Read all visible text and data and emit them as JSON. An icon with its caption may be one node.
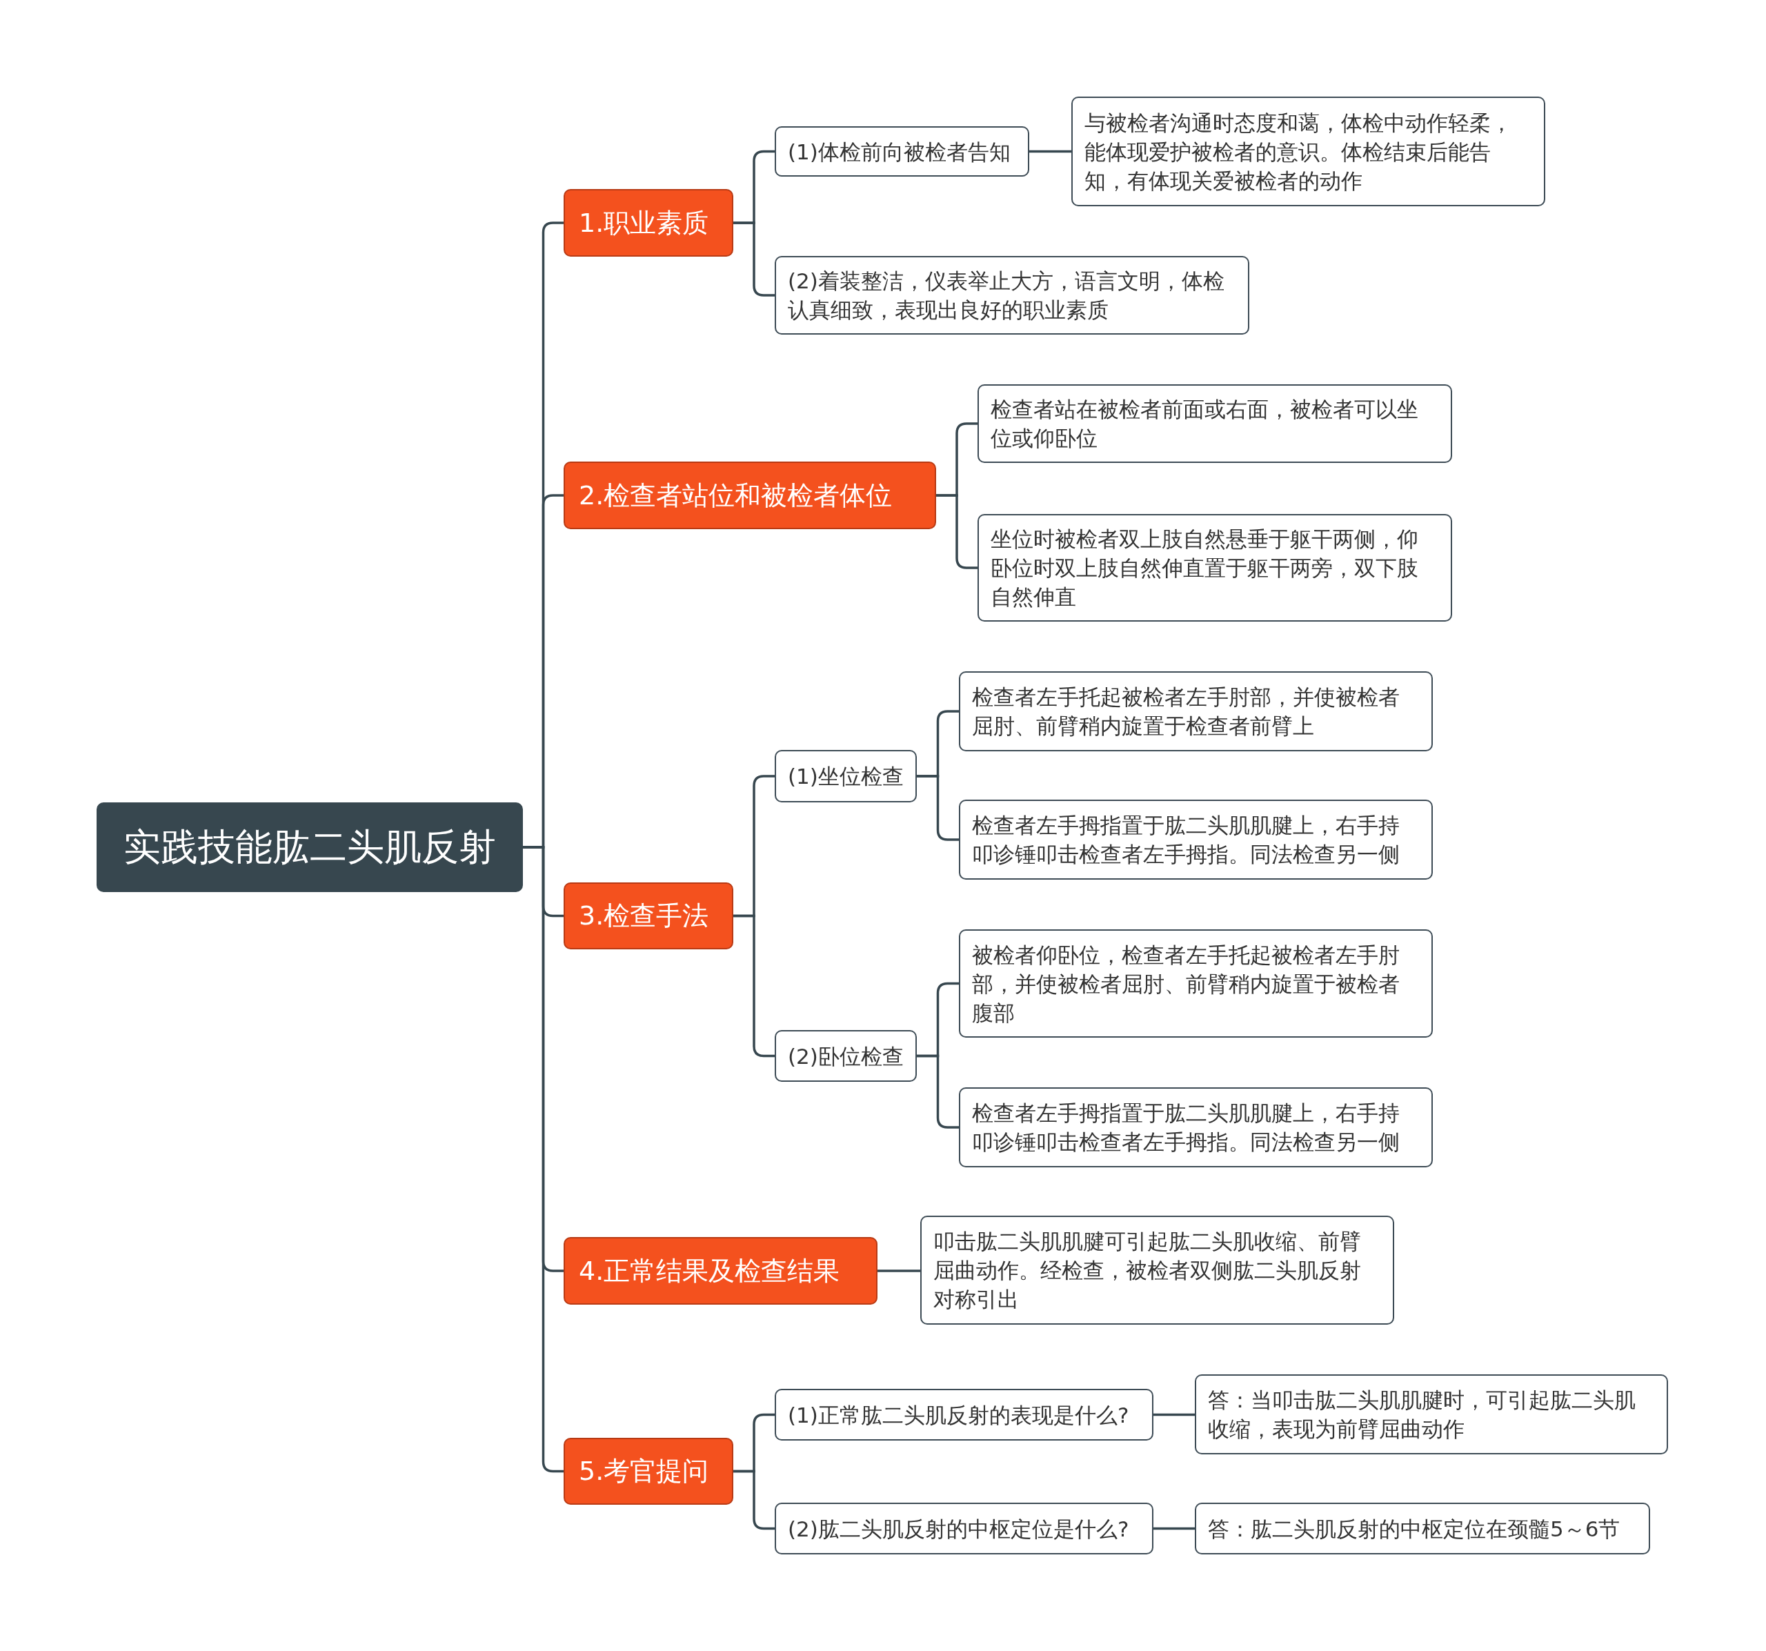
{
  "diagram": {
    "nodes": [
      {
        "text": [
          "实践技能肱二头肌反射"
        ]
      },
      {
        "text": [
          "1.职业素质"
        ]
      },
      {
        "text": [
          "(1)体检前向被检者告知"
        ]
      },
      {
        "text": [
          "与被检者沟通时态度和蔼，体检中动作轻柔，能体现爱护被检者的意识。体检结束后能告知，有体现关爱被检者的动作"
        ]
      },
      {
        "text": [
          "(2)着装整洁，仪表举止大方，语言文明，体检认真细致，表现出良好的职业素质"
        ]
      },
      {
        "text": [
          "2.检查者站位和被检者体位"
        ]
      },
      {
        "text": [
          "检查者站在被检者前面或右面，被检者可以坐位或仰卧位"
        ]
      },
      {
        "text": [
          "坐位时被检者双上肢自然悬垂于躯干两侧，仰卧位时双上肢自然伸直置于躯干两旁，双下肢自然伸直"
        ]
      },
      {
        "text": [
          "3.检查手法"
        ]
      },
      {
        "text": [
          "(1)坐位检查"
        ]
      },
      {
        "text": [
          "检查者左手托起被检者左手肘部，并使被检者屈肘、前臂稍内旋置于检查者前臂上"
        ]
      },
      {
        "text": [
          "检查者左手拇指置于肱二头肌肌腱上，右手持叩诊锤叩击检查者左手拇指。同法检查另一侧"
        ]
      },
      {
        "text": [
          "(2)卧位检查"
        ]
      },
      {
        "text": [
          "被检者仰卧位，检查者左手托起被检者左手肘部，并使被检者屈肘、前臂稍内旋置于被检者腹部"
        ]
      },
      {
        "text": [
          "检查者左手拇指置于肱二头肌肌腱上，右手持叩诊锤叩击检查者左手拇指。同法检查另一侧"
        ]
      },
      {
        "text": [
          "4.正常结果及检查结果"
        ]
      },
      {
        "text": [
          "叩击肱二头肌肌腱可引起肱二头肌收缩、前臂屈曲动作。经检查，被检者双侧肱二头肌反射对称引出"
        ]
      },
      {
        "text": [
          "5.考官提问"
        ]
      },
      {
        "text": [
          "(1)正常肱二头肌反射的表现是什么?"
        ]
      },
      {
        "text": [
          "答：当叩击肱二头肌肌腱时，可引起肱二头肌收缩，表现为前臂屈曲动作"
        ]
      },
      {
        "text": [
          "(2)肱二头肌反射的中枢定位是什么?"
        ]
      },
      {
        "text": [
          "答：肱二头肌反射的中枢定位在颈髓5～6节"
        ]
      }
    ],
    "edges": [
      {
        "from": 0,
        "to": 1,
        "arrow": "none"
      },
      {
        "from": 1,
        "to": 2,
        "arrow": "none"
      },
      {
        "from": 2,
        "to": 3,
        "arrow": "none"
      },
      {
        "from": 1,
        "to": 4,
        "arrow": "none"
      },
      {
        "from": 0,
        "to": 5,
        "arrow": "none"
      },
      {
        "from": 5,
        "to": 6,
        "arrow": "none"
      },
      {
        "from": 5,
        "to": 7,
        "arrow": "none"
      },
      {
        "from": 0,
        "to": 8,
        "arrow": "none"
      },
      {
        "from": 8,
        "to": 9,
        "arrow": "none"
      },
      {
        "from": 9,
        "to": 10,
        "arrow": "none"
      },
      {
        "from": 9,
        "to": 11,
        "arrow": "none"
      },
      {
        "from": 8,
        "to": 12,
        "arrow": "none"
      },
      {
        "from": 12,
        "to": 13,
        "arrow": "none"
      },
      {
        "from": 12,
        "to": 14,
        "arrow": "none"
      },
      {
        "from": 0,
        "to": 15,
        "arrow": "none"
      },
      {
        "from": 15,
        "to": 16,
        "arrow": "none"
      },
      {
        "from": 0,
        "to": 17,
        "arrow": "none"
      },
      {
        "from": 17,
        "to": 18,
        "arrow": "none"
      },
      {
        "from": 18,
        "to": 19,
        "arrow": "none"
      },
      {
        "from": 17,
        "to": 20,
        "arrow": "none"
      },
      {
        "from": 20,
        "to": 21,
        "arrow": "none"
      }
    ]
  }
}
